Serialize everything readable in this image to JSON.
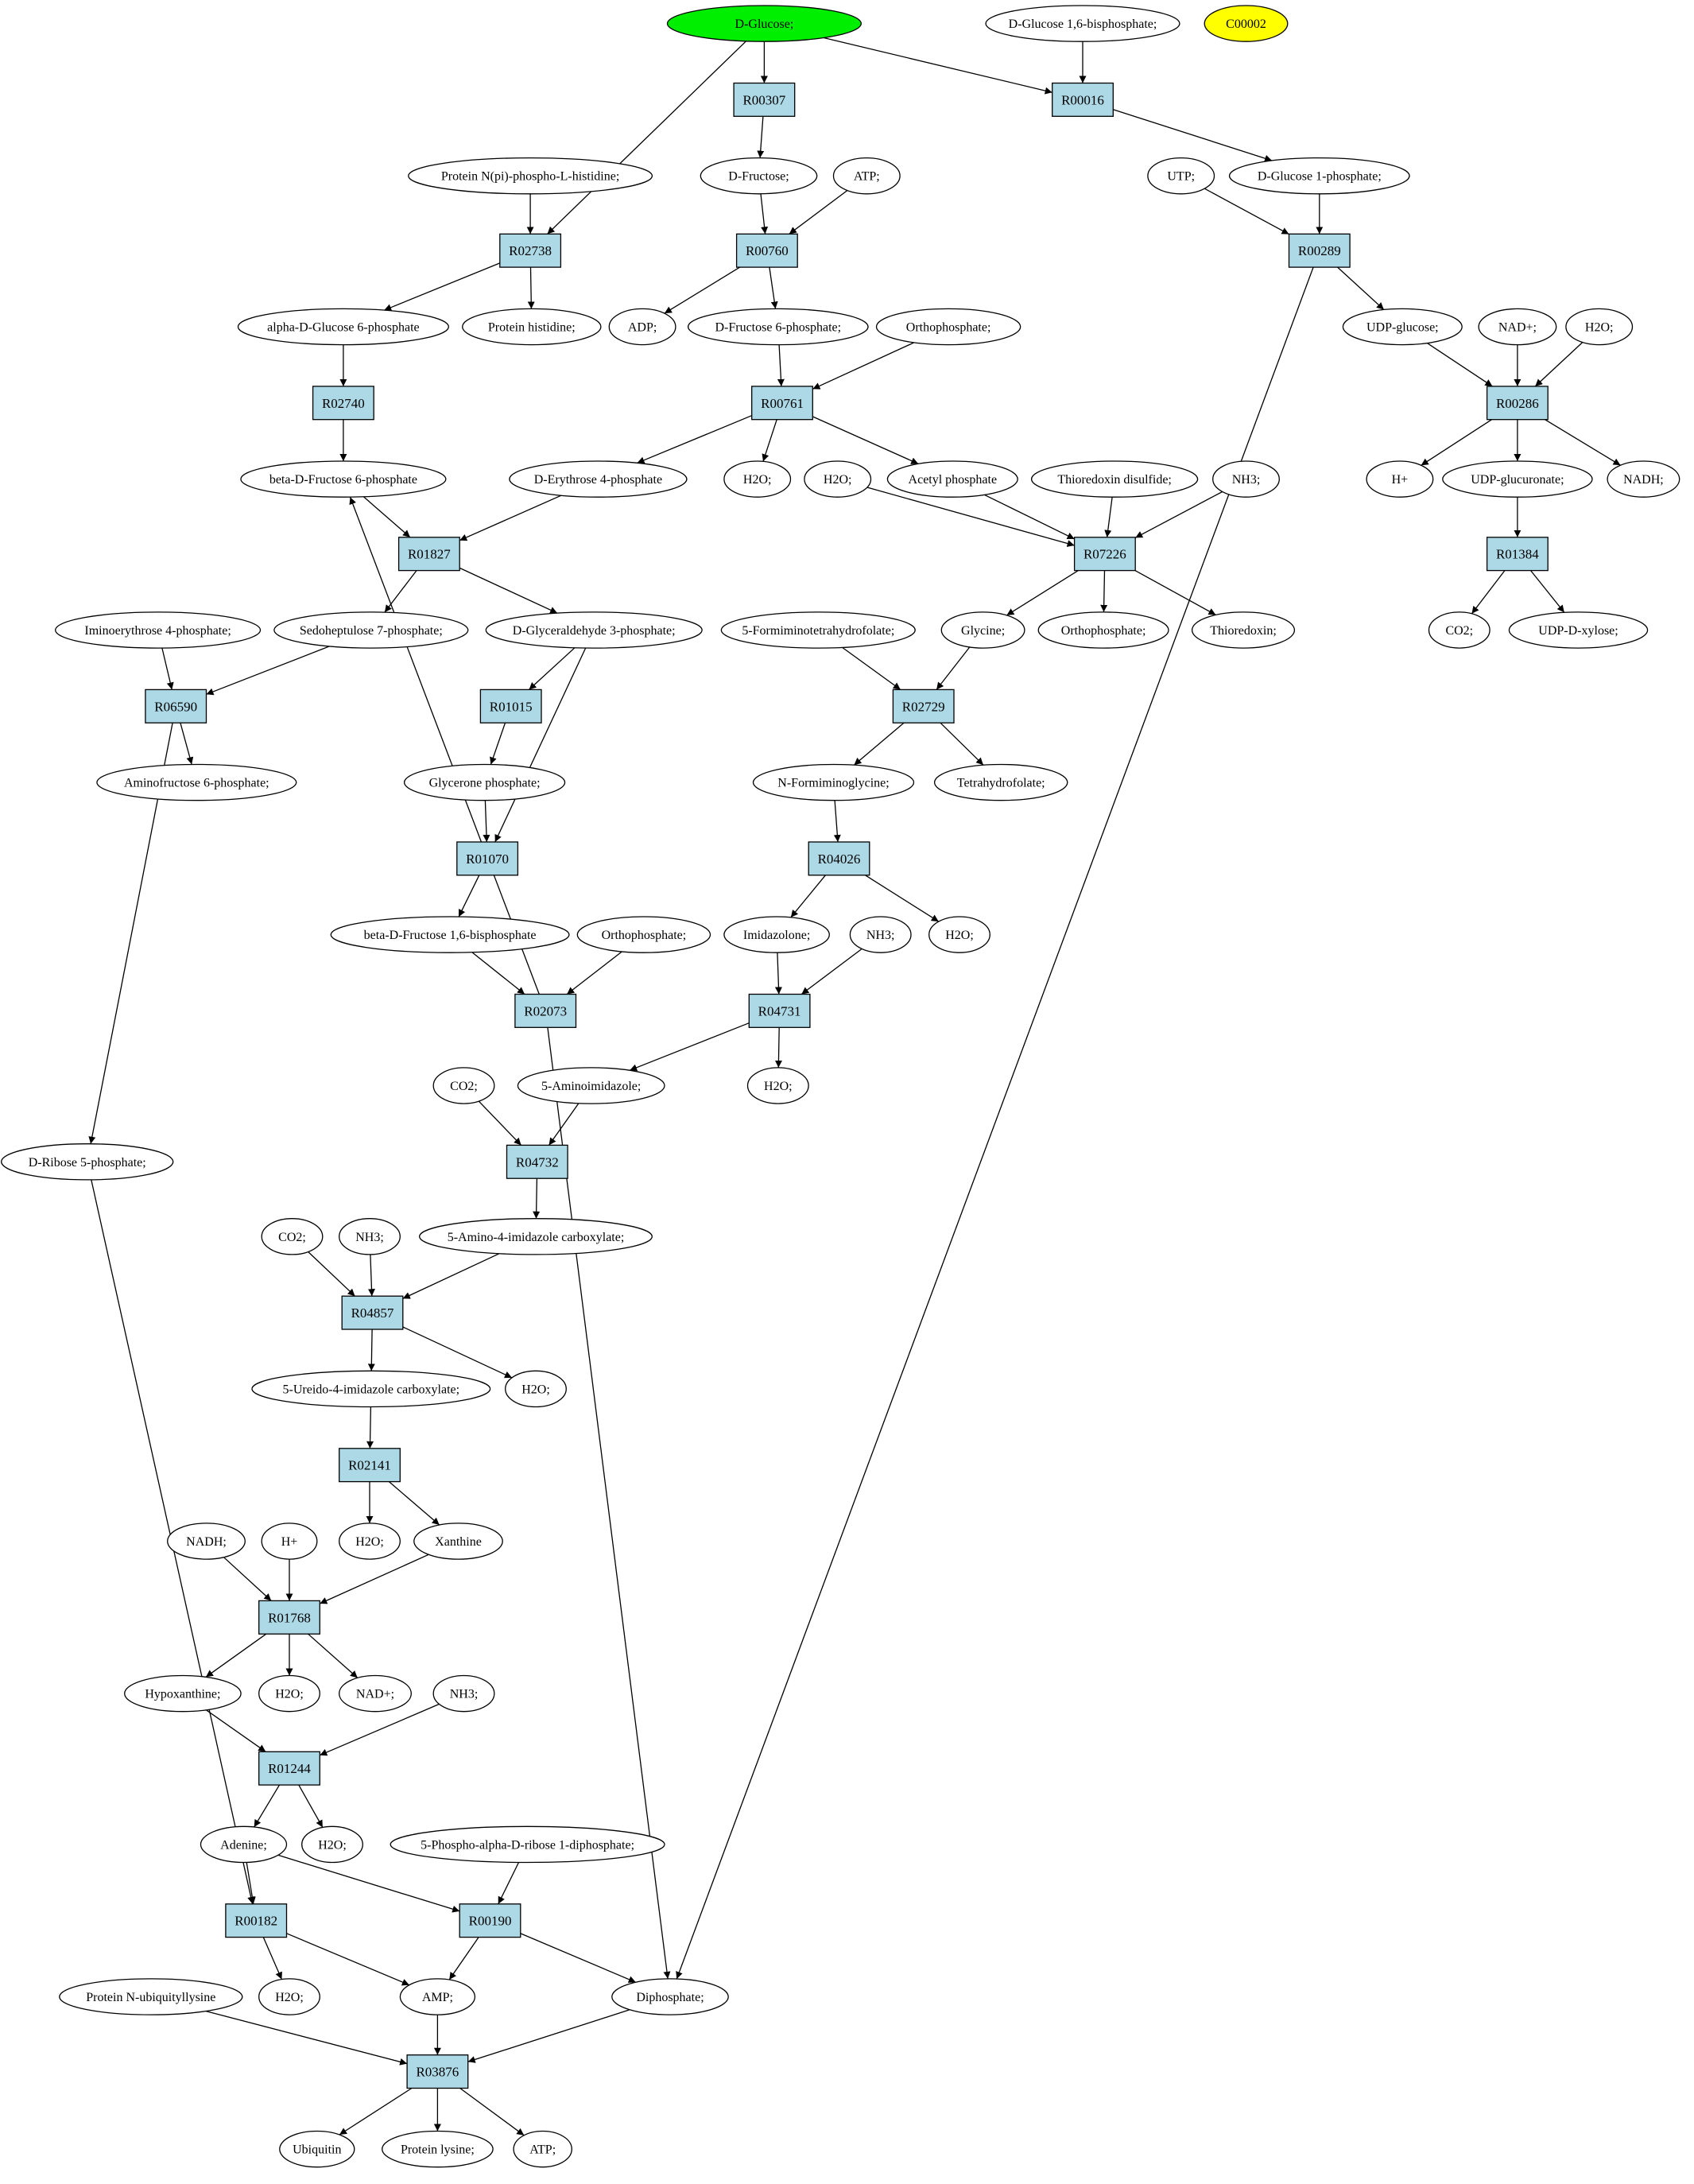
{
  "diagram": {
    "compounds": [
      {
        "id": "c_glc",
        "label": "D-Glucose;",
        "style": "start"
      },
      {
        "id": "c_glc16bp",
        "label": "D-Glucose 1,6-bisphosphate;"
      },
      {
        "id": "c_c00002",
        "label": "C00002",
        "style": "marker"
      },
      {
        "id": "c_protnphis",
        "label": "Protein N(pi)-phospho-L-histidine;"
      },
      {
        "id": "c_fru",
        "label": "D-Fructose;"
      },
      {
        "id": "c_atp1",
        "label": "ATP;"
      },
      {
        "id": "c_utp",
        "label": "UTP;"
      },
      {
        "id": "c_g1p",
        "label": "D-Glucose 1-phosphate;"
      },
      {
        "id": "c_ag6p",
        "label": "alpha-D-Glucose 6-phosphate"
      },
      {
        "id": "c_prothis",
        "label": "Protein histidine;"
      },
      {
        "id": "c_adp",
        "label": "ADP;"
      },
      {
        "id": "c_f6p",
        "label": "D-Fructose 6-phosphate;"
      },
      {
        "id": "c_pi1",
        "label": "Orthophosphate;"
      },
      {
        "id": "c_udpglc",
        "label": "UDP-glucose;"
      },
      {
        "id": "c_nad1",
        "label": "NAD+;"
      },
      {
        "id": "c_h2o_a",
        "label": "H2O;"
      },
      {
        "id": "c_bf6p",
        "label": "beta-D-Fructose 6-phosphate"
      },
      {
        "id": "c_e4p",
        "label": "D-Erythrose 4-phosphate"
      },
      {
        "id": "c_h2o_b",
        "label": "H2O;"
      },
      {
        "id": "c_h2o_c",
        "label": "H2O;"
      },
      {
        "id": "c_acp",
        "label": "Acetyl phosphate"
      },
      {
        "id": "c_trxss",
        "label": "Thioredoxin disulfide;"
      },
      {
        "id": "c_nh3_a",
        "label": "NH3;"
      },
      {
        "id": "c_hplus1",
        "label": "H+"
      },
      {
        "id": "c_udpgla",
        "label": "UDP-glucuronate;"
      },
      {
        "id": "c_nadh1",
        "label": "NADH;"
      },
      {
        "id": "c_ie4p",
        "label": "Iminoerythrose 4-phosphate;"
      },
      {
        "id": "c_s7p",
        "label": "Sedoheptulose 7-phosphate;"
      },
      {
        "id": "c_g3p",
        "label": "D-Glyceraldehyde 3-phosphate;"
      },
      {
        "id": "c_fthf",
        "label": "5-Formiminotetrahydrofolate;"
      },
      {
        "id": "c_gly",
        "label": "Glycine;"
      },
      {
        "id": "c_pi2",
        "label": "Orthophosphate;"
      },
      {
        "id": "c_trx",
        "label": "Thioredoxin;"
      },
      {
        "id": "c_co2_a",
        "label": "CO2;"
      },
      {
        "id": "c_udpxyl",
        "label": "UDP-D-xylose;"
      },
      {
        "id": "c_af6p",
        "label": "Aminofructose 6-phosphate;"
      },
      {
        "id": "c_dhap",
        "label": "Glycerone phosphate;"
      },
      {
        "id": "c_nfgly",
        "label": "N-Formiminoglycine;"
      },
      {
        "id": "c_thf",
        "label": "Tetrahydrofolate;"
      },
      {
        "id": "c_fbp",
        "label": "beta-D-Fructose 1,6-bisphosphate"
      },
      {
        "id": "c_pi3",
        "label": "Orthophosphate;"
      },
      {
        "id": "c_imz",
        "label": "Imidazolone;"
      },
      {
        "id": "c_nh3_b",
        "label": "NH3;"
      },
      {
        "id": "c_h2o_d",
        "label": "H2O;"
      },
      {
        "id": "c_co2_b",
        "label": "CO2;"
      },
      {
        "id": "c_aim",
        "label": "5-Aminoimidazole;"
      },
      {
        "id": "c_h2o_e",
        "label": "H2O;"
      },
      {
        "id": "c_r5p",
        "label": "D-Ribose 5-phosphate;"
      },
      {
        "id": "c_co2_c",
        "label": "CO2;"
      },
      {
        "id": "c_nh3_c",
        "label": "NH3;"
      },
      {
        "id": "c_aic",
        "label": "5-Amino-4-imidazole carboxylate;"
      },
      {
        "id": "c_uic",
        "label": "5-Ureido-4-imidazole carboxylate;"
      },
      {
        "id": "c_h2o_f",
        "label": "H2O;"
      },
      {
        "id": "c_h2o_g",
        "label": "H2O;"
      },
      {
        "id": "c_xan",
        "label": "Xanthine"
      },
      {
        "id": "c_nadh2",
        "label": "NADH;"
      },
      {
        "id": "c_hplus2",
        "label": "H+"
      },
      {
        "id": "c_hyp",
        "label": "Hypoxanthine;"
      },
      {
        "id": "c_h2o_h",
        "label": "H2O;"
      },
      {
        "id": "c_nad2",
        "label": "NAD+;"
      },
      {
        "id": "c_nh3_d",
        "label": "NH3;"
      },
      {
        "id": "c_ade",
        "label": "Adenine;"
      },
      {
        "id": "c_h2o_i",
        "label": "H2O;"
      },
      {
        "id": "c_prpp",
        "label": "5-Phospho-alpha-D-ribose 1-diphosphate;"
      },
      {
        "id": "c_protubly",
        "label": "Protein N-ubiquityllysine"
      },
      {
        "id": "c_h2o_j",
        "label": "H2O;"
      },
      {
        "id": "c_amp",
        "label": "AMP;"
      },
      {
        "id": "c_ppi",
        "label": "Diphosphate;"
      },
      {
        "id": "c_ubq",
        "label": "Ubiquitin"
      },
      {
        "id": "c_protlys",
        "label": "Protein lysine;"
      },
      {
        "id": "c_atp2",
        "label": "ATP;"
      }
    ],
    "reactions": [
      {
        "id": "R00307",
        "label": "R00307"
      },
      {
        "id": "R00016",
        "label": "R00016"
      },
      {
        "id": "R02738",
        "label": "R02738"
      },
      {
        "id": "R00760",
        "label": "R00760"
      },
      {
        "id": "R00289",
        "label": "R00289"
      },
      {
        "id": "R02740",
        "label": "R02740"
      },
      {
        "id": "R00761",
        "label": "R00761"
      },
      {
        "id": "R00286",
        "label": "R00286"
      },
      {
        "id": "R01827",
        "label": "R01827"
      },
      {
        "id": "R07226",
        "label": "R07226"
      },
      {
        "id": "R01384",
        "label": "R01384"
      },
      {
        "id": "R06590",
        "label": "R06590"
      },
      {
        "id": "R01015",
        "label": "R01015"
      },
      {
        "id": "R02729",
        "label": "R02729"
      },
      {
        "id": "R01070",
        "label": "R01070"
      },
      {
        "id": "R04026",
        "label": "R04026"
      },
      {
        "id": "R02073",
        "label": "R02073"
      },
      {
        "id": "R04731",
        "label": "R04731"
      },
      {
        "id": "R04732",
        "label": "R04732"
      },
      {
        "id": "R04857",
        "label": "R04857"
      },
      {
        "id": "R02141",
        "label": "R02141"
      },
      {
        "id": "R01768",
        "label": "R01768"
      },
      {
        "id": "R01244",
        "label": "R01244"
      },
      {
        "id": "R00182",
        "label": "R00182"
      },
      {
        "id": "R00190",
        "label": "R00190"
      },
      {
        "id": "R03876",
        "label": "R03876"
      }
    ],
    "edges": [
      [
        "c_glc",
        "R00307"
      ],
      [
        "c_glc",
        "R00016"
      ],
      [
        "c_glc",
        "R02738"
      ],
      [
        "c_glc16bp",
        "R00016"
      ],
      [
        "R00307",
        "c_fru"
      ],
      [
        "R00016",
        "c_g1p"
      ],
      [
        "c_protnphis",
        "R02738"
      ],
      [
        "R02738",
        "c_ag6p"
      ],
      [
        "R02738",
        "c_prothis"
      ],
      [
        "c_fru",
        "R00760"
      ],
      [
        "c_atp1",
        "R00760"
      ],
      [
        "R00760",
        "c_adp"
      ],
      [
        "R00760",
        "c_f6p"
      ],
      [
        "c_utp",
        "R00289"
      ],
      [
        "c_g1p",
        "R00289"
      ],
      [
        "R00289",
        "c_udpglc"
      ],
      [
        "R00289",
        "c_ppi"
      ],
      [
        "c_ag6p",
        "R02740"
      ],
      [
        "R02740",
        "c_bf6p"
      ],
      [
        "c_f6p",
        "R00761"
      ],
      [
        "c_pi1",
        "R00761"
      ],
      [
        "R00761",
        "c_e4p"
      ],
      [
        "R00761",
        "c_h2o_b"
      ],
      [
        "R00761",
        "c_acp"
      ],
      [
        "c_udpglc",
        "R00286"
      ],
      [
        "c_nad1",
        "R00286"
      ],
      [
        "c_h2o_a",
        "R00286"
      ],
      [
        "R00286",
        "c_hplus1"
      ],
      [
        "R00286",
        "c_udpgla"
      ],
      [
        "R00286",
        "c_nadh1"
      ],
      [
        "c_bf6p",
        "R01827"
      ],
      [
        "c_e4p",
        "R01827"
      ],
      [
        "R01827",
        "c_s7p"
      ],
      [
        "R01827",
        "c_g3p"
      ],
      [
        "c_h2o_c",
        "R07226"
      ],
      [
        "c_acp",
        "R07226"
      ],
      [
        "c_trxss",
        "R07226"
      ],
      [
        "c_nh3_a",
        "R07226"
      ],
      [
        "R07226",
        "c_gly"
      ],
      [
        "R07226",
        "c_pi2"
      ],
      [
        "R07226",
        "c_trx"
      ],
      [
        "c_udpgla",
        "R01384"
      ],
      [
        "R01384",
        "c_co2_a"
      ],
      [
        "R01384",
        "c_udpxyl"
      ],
      [
        "c_ie4p",
        "R06590"
      ],
      [
        "c_s7p",
        "R06590"
      ],
      [
        "R06590",
        "c_af6p"
      ],
      [
        "R06590",
        "c_r5p"
      ],
      [
        "c_g3p",
        "R01015"
      ],
      [
        "R01015",
        "c_dhap"
      ],
      [
        "c_fthf",
        "R02729"
      ],
      [
        "c_gly",
        "R02729"
      ],
      [
        "R02729",
        "c_nfgly"
      ],
      [
        "R02729",
        "c_thf"
      ],
      [
        "c_dhap",
        "R01070"
      ],
      [
        "c_g3p",
        "R01070"
      ],
      [
        "R01070",
        "c_fbp"
      ],
      [
        "c_nfgly",
        "R04026"
      ],
      [
        "R04026",
        "c_imz"
      ],
      [
        "R04026",
        "c_h2o_d"
      ],
      [
        "c_fbp",
        "R02073"
      ],
      [
        "c_pi3",
        "R02073"
      ],
      [
        "R02073",
        "c_bf6p"
      ],
      [
        "R02073",
        "c_ppi"
      ],
      [
        "c_imz",
        "R04731"
      ],
      [
        "c_nh3_b",
        "R04731"
      ],
      [
        "R04731",
        "c_aim"
      ],
      [
        "R04731",
        "c_h2o_e"
      ],
      [
        "c_co2_b",
        "R04732"
      ],
      [
        "c_aim",
        "R04732"
      ],
      [
        "R04732",
        "c_aic"
      ],
      [
        "c_co2_c",
        "R04857"
      ],
      [
        "c_nh3_c",
        "R04857"
      ],
      [
        "c_aic",
        "R04857"
      ],
      [
        "R04857",
        "c_uic"
      ],
      [
        "R04857",
        "c_h2o_f"
      ],
      [
        "c_uic",
        "R02141"
      ],
      [
        "R02141",
        "c_h2o_g"
      ],
      [
        "R02141",
        "c_xan"
      ],
      [
        "c_nadh2",
        "R01768"
      ],
      [
        "c_hplus2",
        "R01768"
      ],
      [
        "c_xan",
        "R01768"
      ],
      [
        "R01768",
        "c_hyp"
      ],
      [
        "R01768",
        "c_h2o_h"
      ],
      [
        "R01768",
        "c_nad2"
      ],
      [
        "c_hyp",
        "R01244"
      ],
      [
        "c_nh3_d",
        "R01244"
      ],
      [
        "R01244",
        "c_ade"
      ],
      [
        "R01244",
        "c_h2o_i"
      ],
      [
        "c_ade",
        "R00182"
      ],
      [
        "c_r5p",
        "R00182"
      ],
      [
        "R00182",
        "c_h2o_j"
      ],
      [
        "R00182",
        "c_amp"
      ],
      [
        "c_ade",
        "R00190"
      ],
      [
        "c_prpp",
        "R00190"
      ],
      [
        "R00190",
        "c_amp"
      ],
      [
        "R00190",
        "c_ppi"
      ],
      [
        "c_protubly",
        "R03876"
      ],
      [
        "c_amp",
        "R03876"
      ],
      [
        "c_ppi",
        "R03876"
      ],
      [
        "R03876",
        "c_ubq"
      ],
      [
        "R03876",
        "c_protlys"
      ],
      [
        "R03876",
        "c_atp2"
      ]
    ]
  }
}
